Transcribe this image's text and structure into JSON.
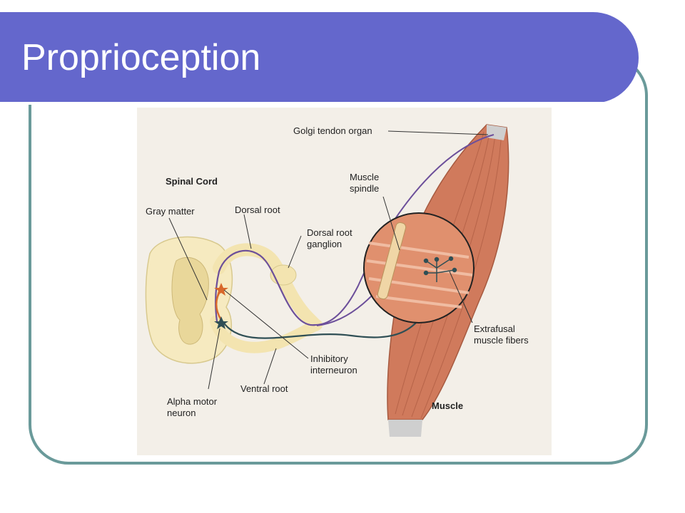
{
  "slide": {
    "title": "Proprioception"
  },
  "figure": {
    "labels": {
      "golgi_tendon_organ": "Golgi tendon organ",
      "spinal_cord": "Spinal Cord",
      "muscle_spindle_1": "Muscle",
      "muscle_spindle_2": "spindle",
      "gray_matter": "Gray matter",
      "dorsal_root": "Dorsal root",
      "dorsal_root_ganglion_1": "Dorsal root",
      "dorsal_root_ganglion_2": "ganglion",
      "extrafusal_1": "Extrafusal",
      "extrafusal_2": "muscle fibers",
      "inhibitory_1": "Inhibitory",
      "inhibitory_2": "interneuron",
      "ventral_root": "Ventral root",
      "alpha_motor_1": "Alpha motor",
      "alpha_motor_2": "neuron",
      "muscle": "Muscle"
    },
    "colors": {
      "title_bar": "#6467cc",
      "frame_border": "#6a9a9a",
      "muscle": "#d07a5c",
      "sensory_nerve": "#6c4f9a",
      "motor_nerve": "#2f4f55",
      "interneuron": "#d8682a",
      "spinal_cord": "#f6eac0"
    }
  }
}
